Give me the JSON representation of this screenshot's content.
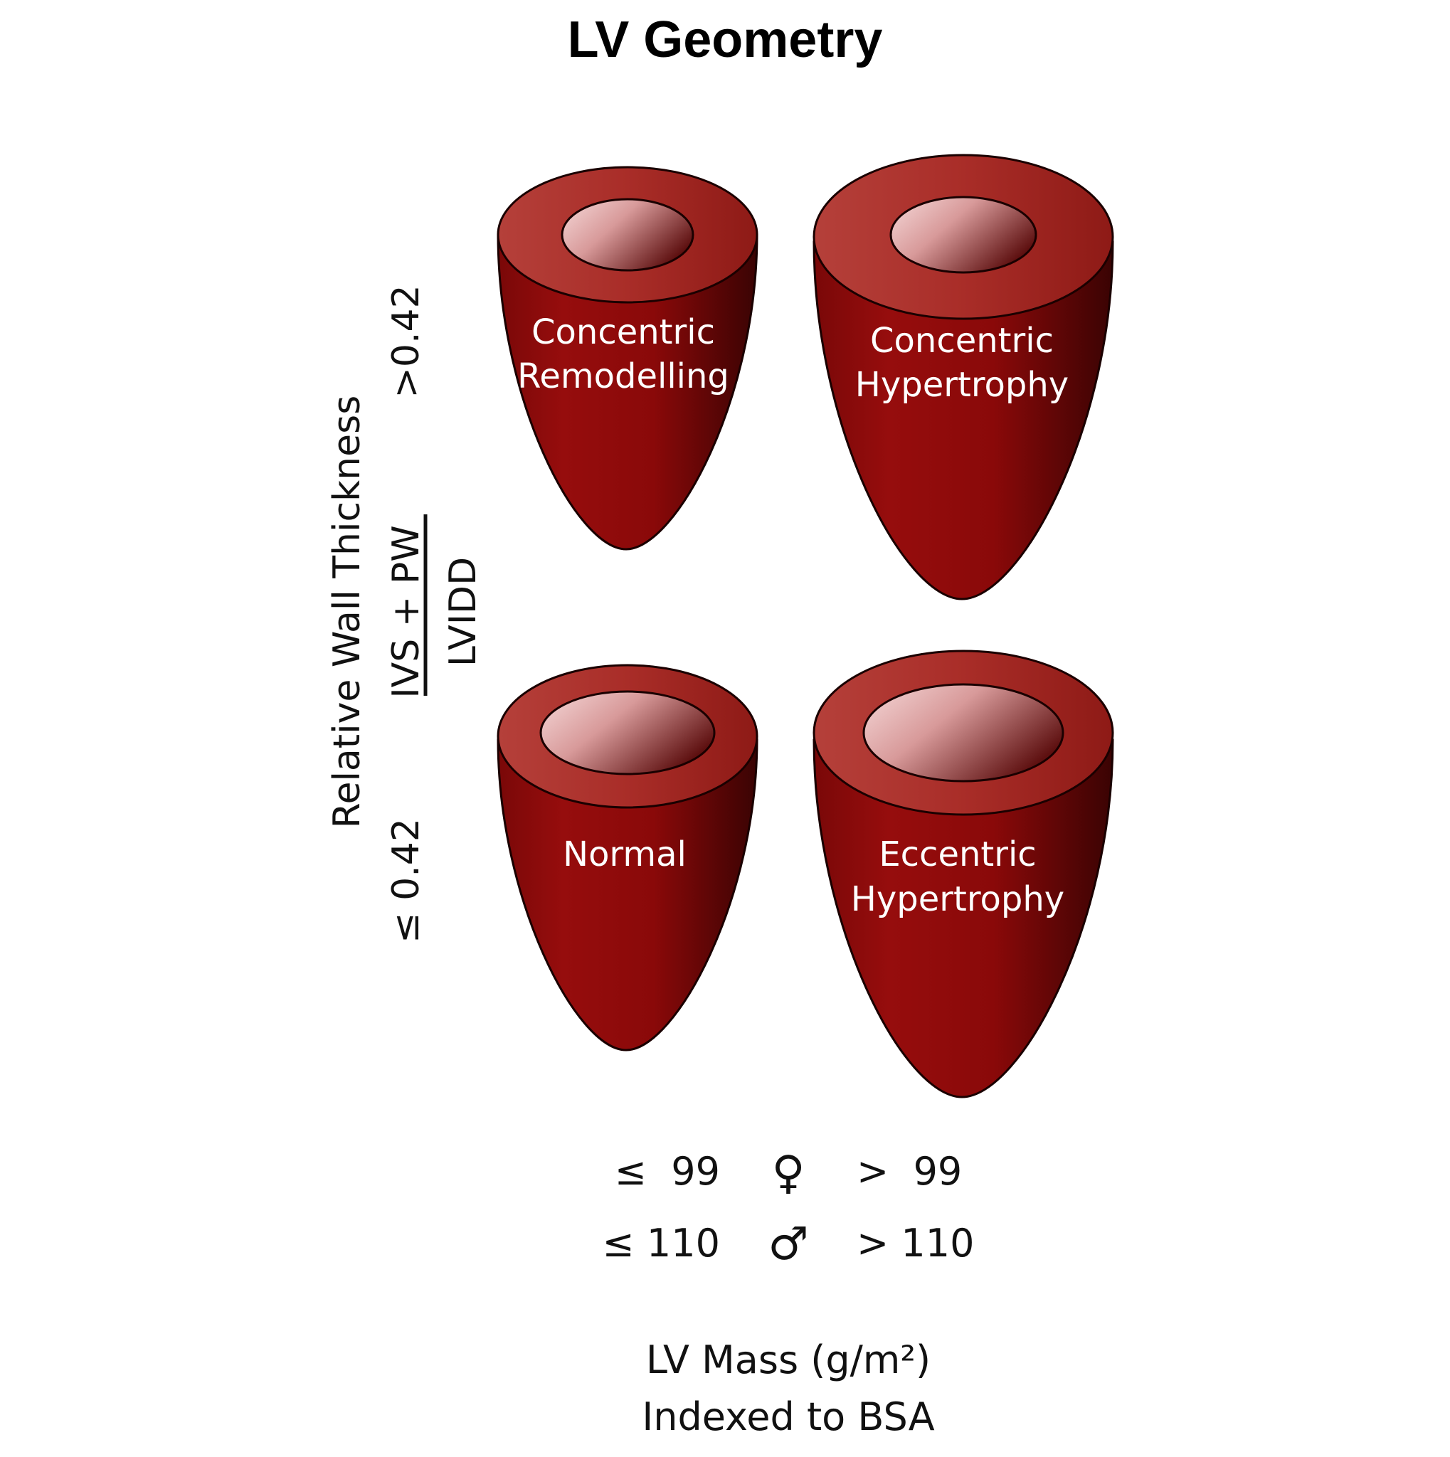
{
  "title": "LV Geometry",
  "y_axis": {
    "label": "Relative Wall Thickness",
    "numerator": "IVS + PW",
    "denominator": "LVIDD",
    "high_threshold": ">0.42",
    "low_threshold": "≤ 0.42"
  },
  "cells": [
    {
      "line1": "Concentric",
      "line2": "Remodelling"
    },
    {
      "line1": "Concentric",
      "line2": "Hypertrophy"
    },
    {
      "line1": "Normal",
      "line2": ""
    },
    {
      "line1": "Eccentric",
      "line2": "Hypertrophy"
    }
  ],
  "thresholds": {
    "female": {
      "symbol": "♀",
      "low": "≤  99",
      "high": ">  99"
    },
    "male": {
      "symbol": "♂",
      "low": "≤ 110",
      "high": "> 110"
    }
  },
  "x_axis": {
    "line1": "LV Mass (g/m²)",
    "line2": "Indexed to BSA"
  },
  "colors": {
    "muscle": "#8b0a0a",
    "muscle_dark": "#3c0404",
    "rim": "#b83a34",
    "cavity_light": "#f3d2d2",
    "cavity_dark": "#6e1414"
  }
}
